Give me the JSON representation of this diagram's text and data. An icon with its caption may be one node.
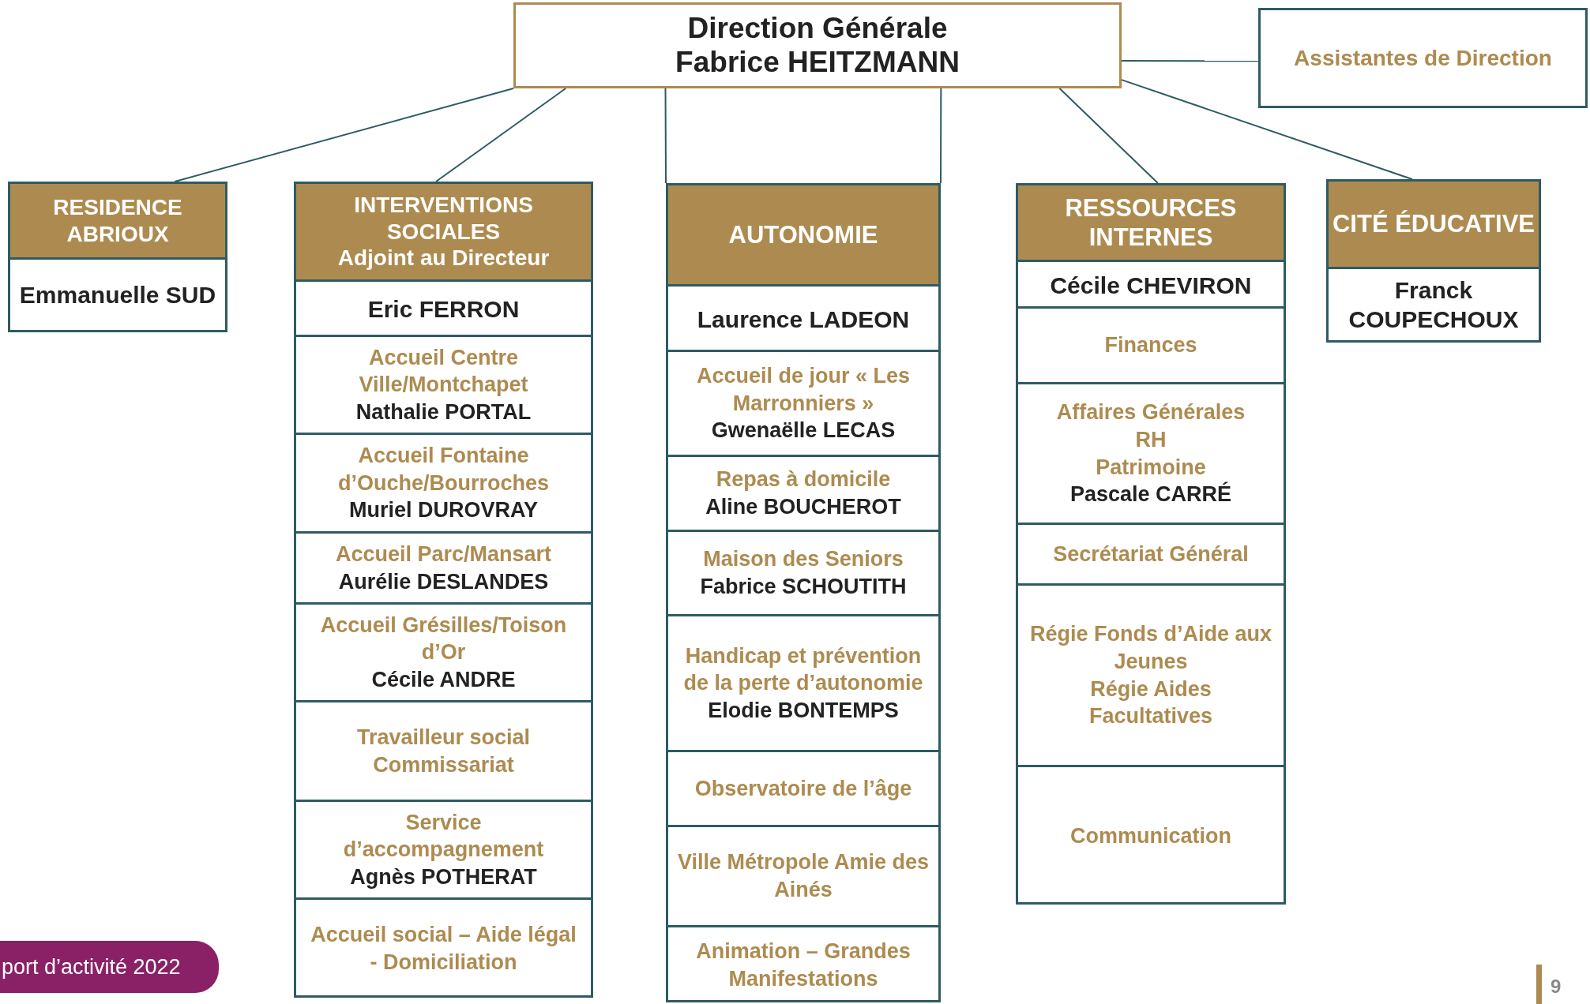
{
  "diagram": {
    "nodes": [
      {
        "text": [
          "Direction Générale",
          "Fabrice HEITZMANN"
        ]
      },
      {
        "text": [
          "Assistantes de Direction"
        ]
      },
      {
        "text": [
          "RESIDENCE ABRIOUX",
          "Emmanuelle SUD"
        ]
      },
      {
        "text": [
          "INTERVENTIONS SOCIALES",
          "Adjoint au Directeur",
          "Eric FERRON"
        ]
      },
      {
        "text": [
          "Accueil Centre Ville/Montchapet",
          "Nathalie PORTAL"
        ],
        "in": 3
      },
      {
        "text": [
          "Accueil Fontaine d’Ouche/Bourroches",
          "Muriel DUROVRAY"
        ],
        "in": 3
      },
      {
        "text": [
          "Accueil Parc/Mansart",
          "Aurélie DESLANDES"
        ],
        "in": 3
      },
      {
        "text": [
          "Accueil Grésilles/Toison d’Or",
          "Cécile ANDRE"
        ],
        "in": 3
      },
      {
        "text": [
          "Travailleur social Commissariat"
        ],
        "in": 3
      },
      {
        "text": [
          "Service d’accompagnement",
          "Agnès POTHERAT"
        ],
        "in": 3
      },
      {
        "text": [
          "Accueil social – Aide légal - Domiciliation"
        ],
        "in": 3
      },
      {
        "text": [
          "AUTONOMIE",
          "Laurence LADEON"
        ]
      },
      {
        "text": [
          "Accueil de jour « Les Marronniers »",
          "Gwenaëlle LECAS"
        ],
        "in": 11
      },
      {
        "text": [
          "Repas à domicile",
          "Aline BOUCHEROT"
        ],
        "in": 11
      },
      {
        "text": [
          "Maison des Seniors",
          "Fabrice SCHOUTITH"
        ],
        "in": 11
      },
      {
        "text": [
          "Handicap et prévention de la perte d’autonomie",
          "Elodie BONTEMPS"
        ],
        "in": 11
      },
      {
        "text": [
          "Observatoire de l’âge"
        ],
        "in": 11
      },
      {
        "text": [
          "Ville Métropole Amie des Ainés"
        ],
        "in": 11
      },
      {
        "text": [
          "Animation – Grandes Manifestations"
        ],
        "in": 11
      },
      {
        "text": [
          "RESSOURCES INTERNES",
          "Cécile CHEVIRON"
        ]
      },
      {
        "text": [
          "Finances"
        ],
        "in": 19
      },
      {
        "text": [
          "Affaires Générales",
          "RH",
          "Patrimoine",
          "Pascale CARRÉ"
        ],
        "in": 19
      },
      {
        "text": [
          "Secrétariat Général"
        ],
        "in": 19
      },
      {
        "text": [
          "Régie Fonds d’Aide aux Jeunes",
          "Régie Aides Facultatives"
        ],
        "in": 19
      },
      {
        "text": [
          "Communication"
        ],
        "in": 19
      },
      {
        "text": [
          "CITÉ ÉDUCATIVE",
          "Franck COUPECHOUX"
        ]
      }
    ],
    "edges": [
      {
        "from": 0,
        "to": 1,
        "arrow": "none"
      },
      {
        "from": 0,
        "to": 2,
        "arrow": "none"
      },
      {
        "from": 0,
        "to": 3,
        "arrow": "none"
      },
      {
        "from": 0,
        "to": 11,
        "arrow": "none"
      },
      {
        "from": 0,
        "to": 11,
        "arrow": "none"
      },
      {
        "from": 0,
        "to": 19,
        "arrow": "none"
      },
      {
        "from": 0,
        "to": 25,
        "arrow": "none"
      }
    ],
    "labels": [
      "port d’activité 2022",
      "9"
    ]
  }
}
